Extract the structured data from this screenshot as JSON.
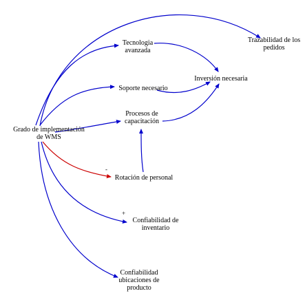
{
  "nodes": {
    "wms": [
      "Grado de implementación",
      "de WMS"
    ],
    "tecnologia": [
      "Tecnologia",
      "avanzada"
    ],
    "trazabilidad": [
      "Trazabilidad de los",
      "pedidos"
    ],
    "soporte": [
      "Soporte necesario"
    ],
    "inversion": [
      "Inversión necesaria"
    ],
    "procesos": [
      "Procesos de",
      "capacitación"
    ],
    "rotacion": [
      "Rotación de personal"
    ],
    "conf_inventario": [
      "Confiabilidad de",
      "inventario"
    ],
    "conf_ubicaciones": [
      "Confiabilidad",
      "ubicaciones de",
      "producto"
    ]
  },
  "polarity": {
    "rotacion": "-",
    "conf_inventario": "+"
  },
  "colors": {
    "positive_link": "#0000cc",
    "negative_link": "#cc0000",
    "text": "#000000"
  }
}
